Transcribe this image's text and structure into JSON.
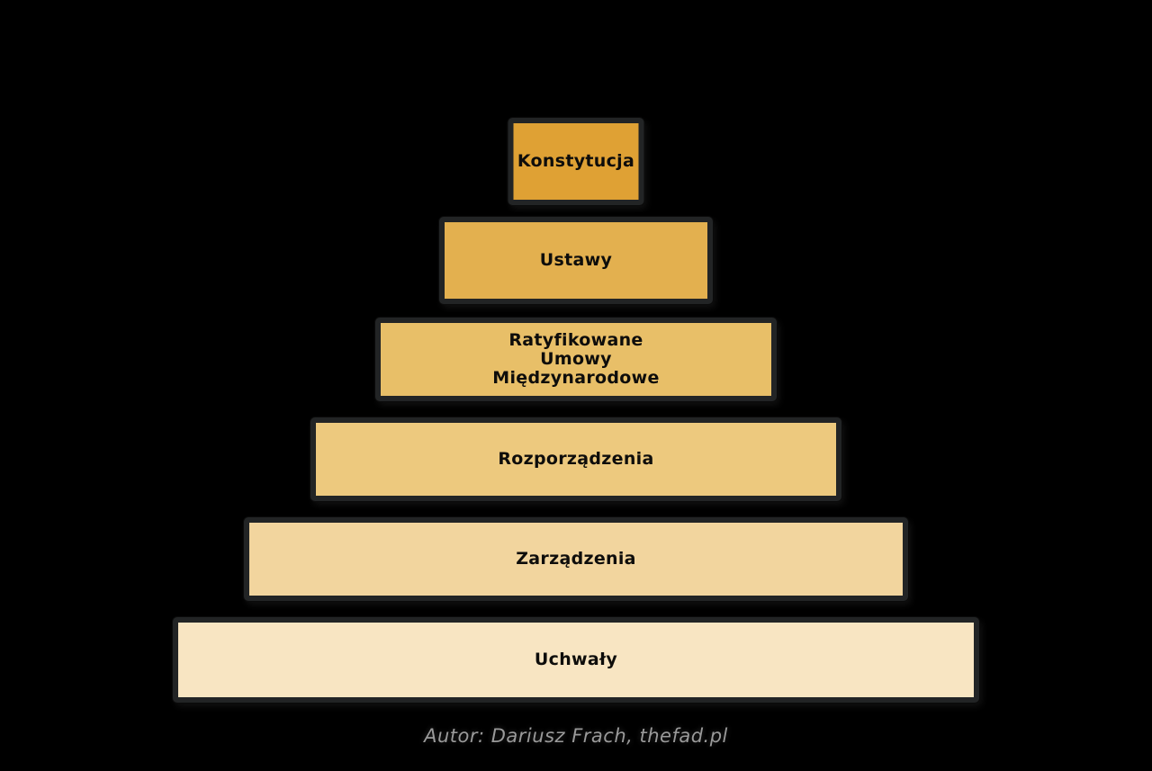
{
  "background_color": "#000000",
  "border_color": "#222425",
  "text_color": "#0e0d0b",
  "pyramid": {
    "description": "hierarchy-pyramid",
    "levels": [
      {
        "id": "konstytucja",
        "label": "Konstytucja",
        "color": "#DFA134"
      },
      {
        "id": "ustawy",
        "label": "Ustawy",
        "color": "#E3B04F"
      },
      {
        "id": "umowy",
        "label": "Ratyfikowane\nUmowy\nMiędzynarodowe",
        "color": "#E8BF68"
      },
      {
        "id": "rozporzadzenia",
        "label": "Rozporządzenia",
        "color": "#EDC97E"
      },
      {
        "id": "zarzadzenia",
        "label": "Zarządzenia",
        "color": "#F2D59E"
      },
      {
        "id": "uchwaly",
        "label": "Uchwały",
        "color": "#F8E5C2"
      }
    ]
  },
  "watermark": {
    "text": "Autor: Dariusz Frach, thefad.pl",
    "color": "#9a9a9a"
  }
}
